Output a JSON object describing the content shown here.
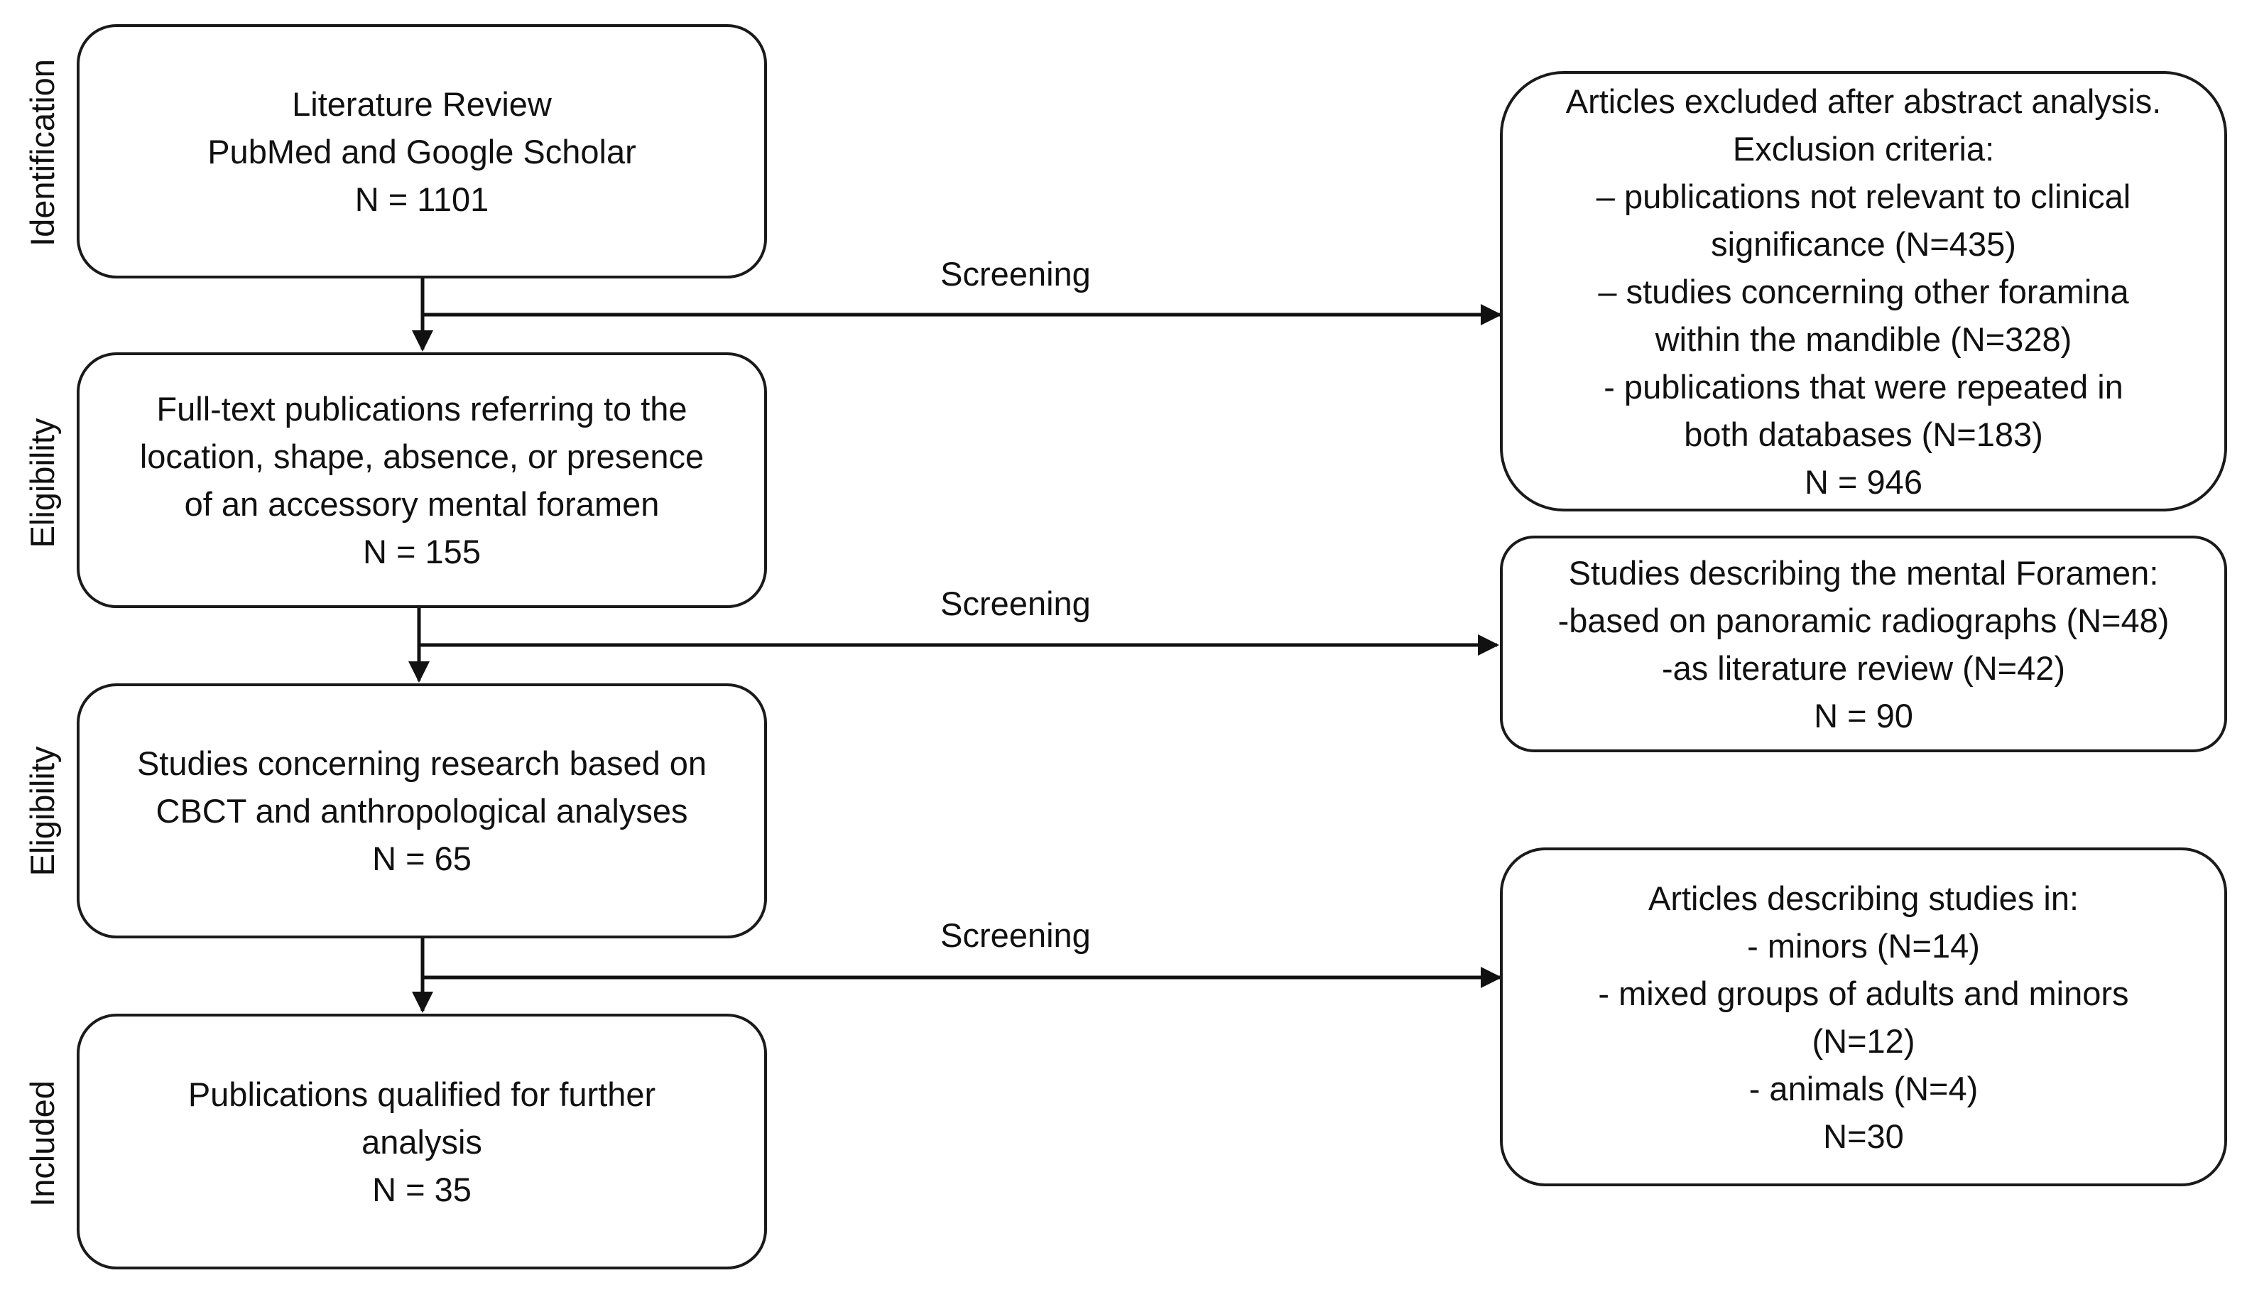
{
  "phases": {
    "identification": "Identification",
    "eligibility_1": "Eligibility",
    "eligibility_2": "Eligibility",
    "included": "Included"
  },
  "screening_labels": [
    "Screening",
    "Screening",
    "Screening"
  ],
  "boxes": {
    "literature_review": [
      "Literature Review",
      "PubMed and Google Scholar",
      "N = 1101"
    ],
    "full_text": [
      "Full-text publications referring to the",
      "location, shape, absence, or presence",
      "of an accessory mental foramen",
      "N = 155"
    ],
    "cbct_studies": [
      "Studies concerning research based on",
      "CBCT and anthropological analyses",
      "N = 65"
    ],
    "qualified": [
      "Publications qualified for further",
      "analysis",
      "N = 35"
    ],
    "excluded_abstract": [
      "Articles excluded after abstract analysis.",
      "Exclusion criteria:",
      "– publications not relevant to clinical",
      "significance (N=435)",
      "– studies concerning other foramina",
      "within the mandible (N=328)",
      "- publications that were repeated in",
      "both databases (N=183)",
      "N = 946"
    ],
    "mental_foramen": [
      "Studies describing the mental Foramen:",
      "-based on panoramic radiographs (N=48)",
      "-as literature review (N=42)",
      "N = 90"
    ],
    "minors_animals": [
      "Articles describing studies in:",
      "- minors (N=14)",
      "- mixed groups of adults and minors",
      "(N=12)",
      "- animals (N=4)",
      "N=30"
    ]
  }
}
